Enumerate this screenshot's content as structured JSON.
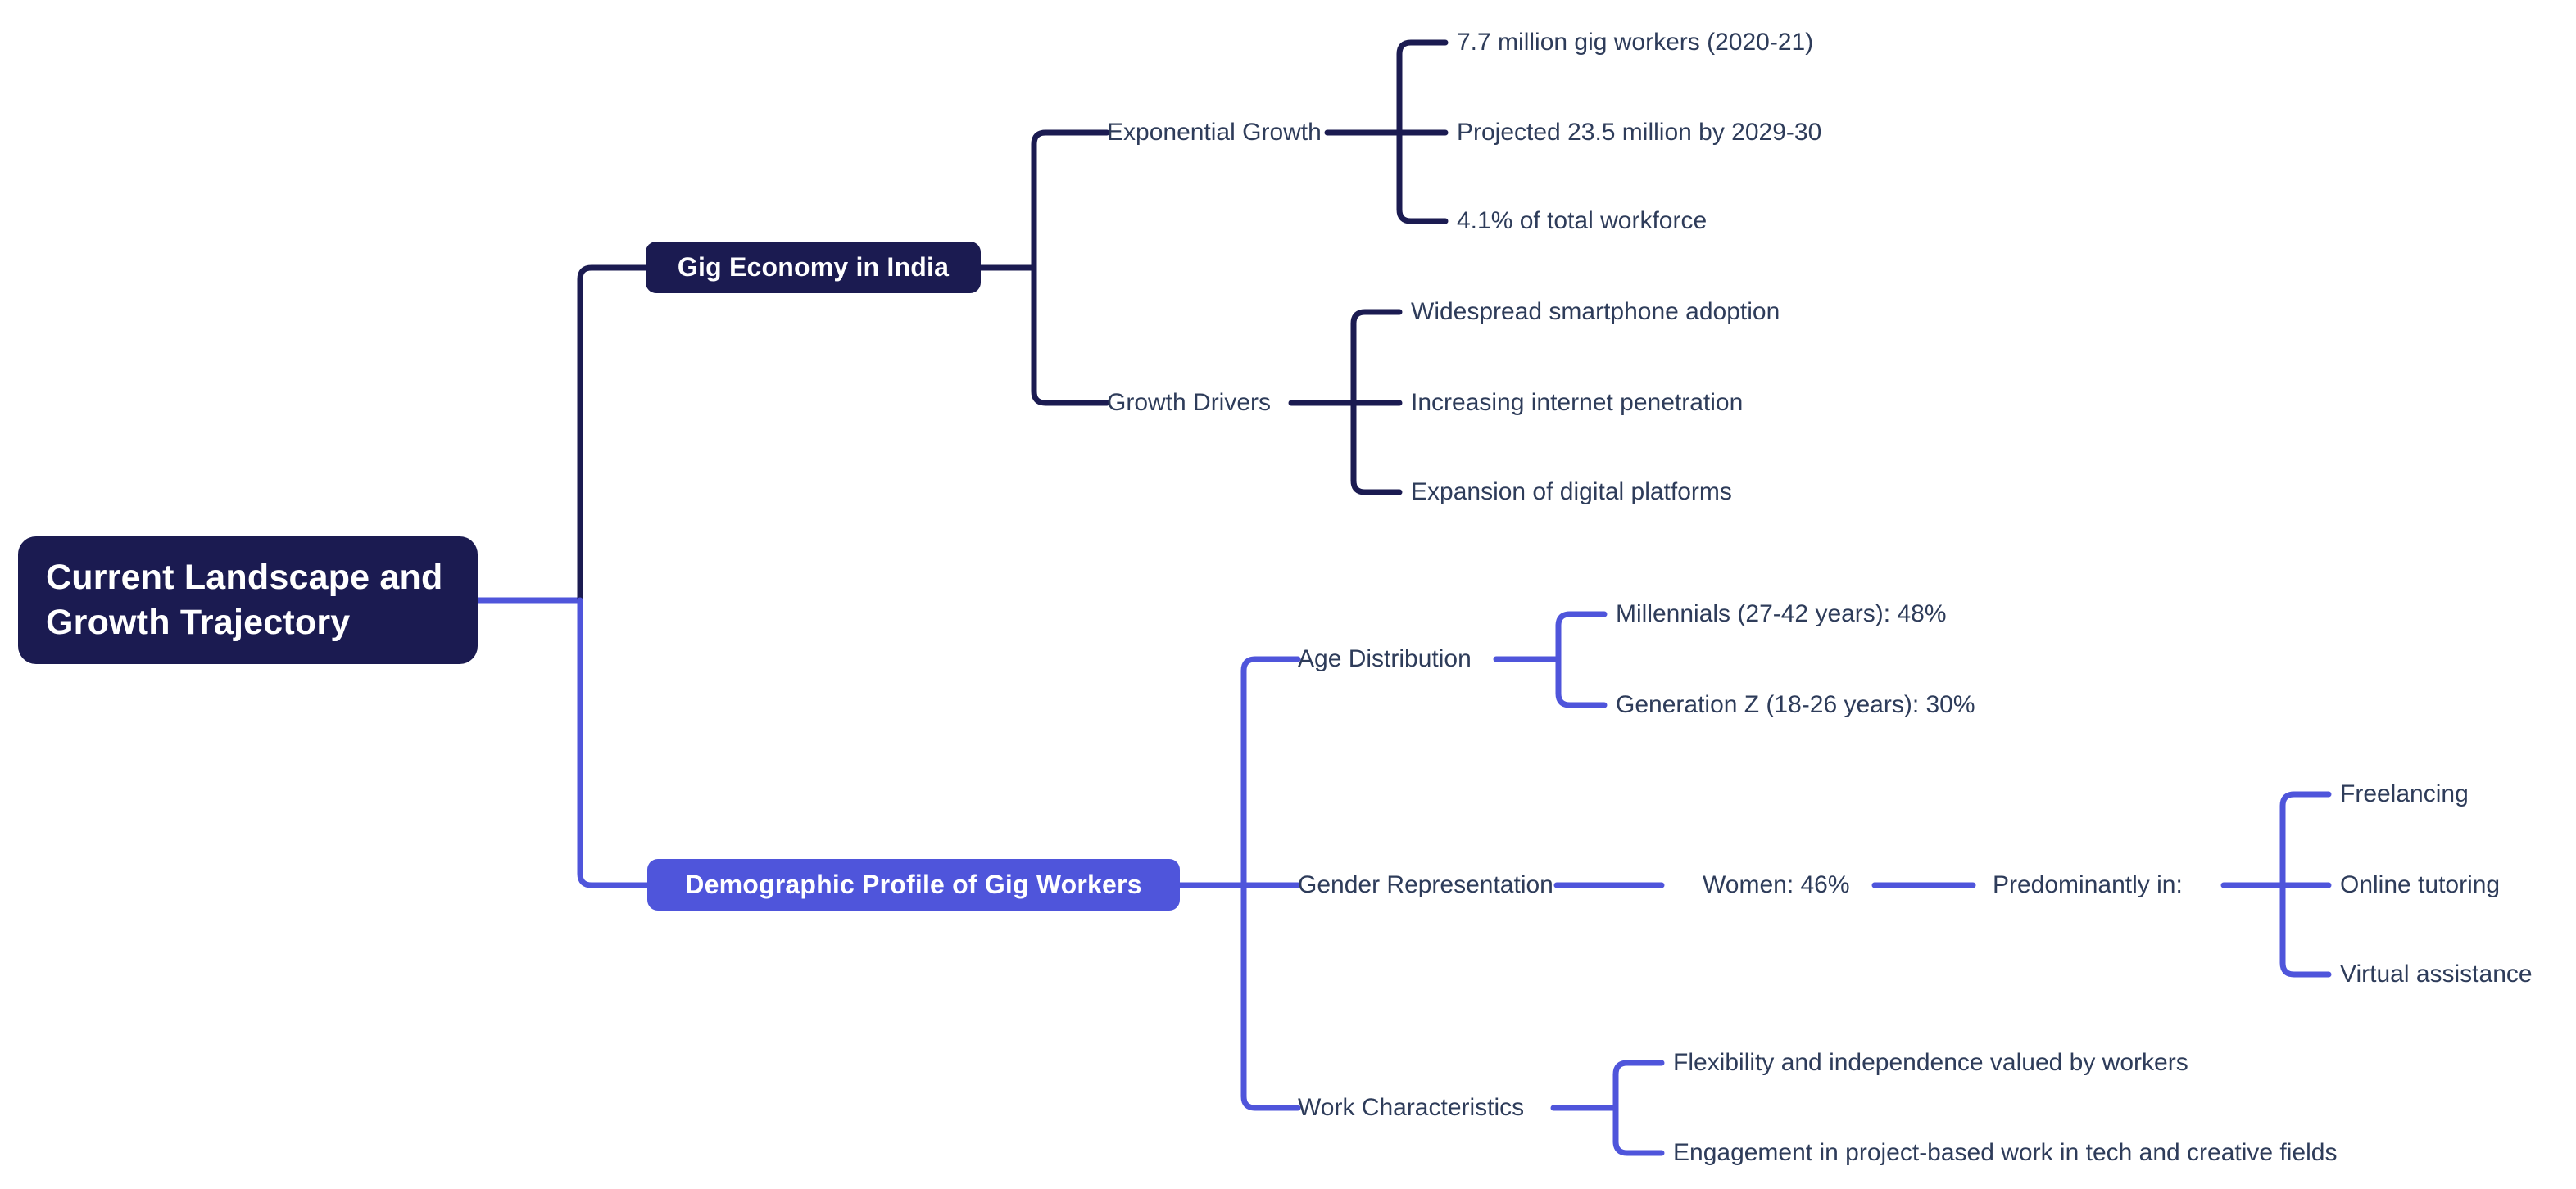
{
  "diagram": {
    "type": "mindmap",
    "title": "Current Landscape and Growth Trajectory",
    "orientation": "left-to-right",
    "colors": {
      "root_fill": "#1B1B51",
      "branch_a_fill": "#1B1B51",
      "branch_b_fill": "#4F55DB",
      "edge_navy": "#1B1B51",
      "edge_blue": "#4F55DB",
      "text": "#2E3C5A",
      "node_text": "#FFFFFF",
      "background": "#FFFFFF"
    }
  },
  "root": {
    "label": "Current Landscape and Growth Trajectory",
    "line1": "Current Landscape and",
    "line2": "Growth Trajectory"
  },
  "branches": [
    {
      "id": "gig-economy-in-india",
      "label": "Gig Economy in India",
      "children": [
        {
          "id": "exponential-growth",
          "label": "Exponential Growth",
          "children": [
            {
              "id": "gig-workers-2020-21",
              "label": "7.7 million gig workers (2020-21)"
            },
            {
              "id": "projected-2029-30",
              "label": "Projected 23.5 million by 2029-30"
            },
            {
              "id": "share-of-workforce",
              "label": "4.1% of total workforce"
            }
          ]
        },
        {
          "id": "growth-drivers",
          "label": "Growth Drivers",
          "children": [
            {
              "id": "smartphone-adoption",
              "label": "Widespread smartphone adoption"
            },
            {
              "id": "internet-penetration",
              "label": "Increasing internet penetration"
            },
            {
              "id": "digital-platforms",
              "label": "Expansion of digital platforms"
            }
          ]
        }
      ]
    },
    {
      "id": "demographic-profile-of-gig-workers",
      "label": "Demographic Profile of Gig Workers",
      "children": [
        {
          "id": "age-distribution",
          "label": "Age Distribution",
          "children": [
            {
              "id": "millennials",
              "label": "Millennials (27-42 years): 48%"
            },
            {
              "id": "generation-z",
              "label": "Generation Z (18-26 years): 30%"
            }
          ]
        },
        {
          "id": "gender-representation",
          "label": "Gender Representation",
          "children": [
            {
              "id": "women-share",
              "label": "Women: 46%",
              "children": [
                {
                  "id": "predominantly-in",
                  "label": "Predominantly in:",
                  "children": [
                    {
                      "id": "freelancing",
                      "label": "Freelancing"
                    },
                    {
                      "id": "online-tutoring",
                      "label": "Online tutoring"
                    },
                    {
                      "id": "virtual-assistance",
                      "label": "Virtual assistance"
                    }
                  ]
                }
              ]
            }
          ]
        },
        {
          "id": "work-characteristics",
          "label": "Work Characteristics",
          "children": [
            {
              "id": "flexibility-independence",
              "label": "Flexibility and independence valued by workers"
            },
            {
              "id": "project-based-work",
              "label": "Engagement in project-based work in tech and creative fields"
            }
          ]
        }
      ]
    }
  ]
}
